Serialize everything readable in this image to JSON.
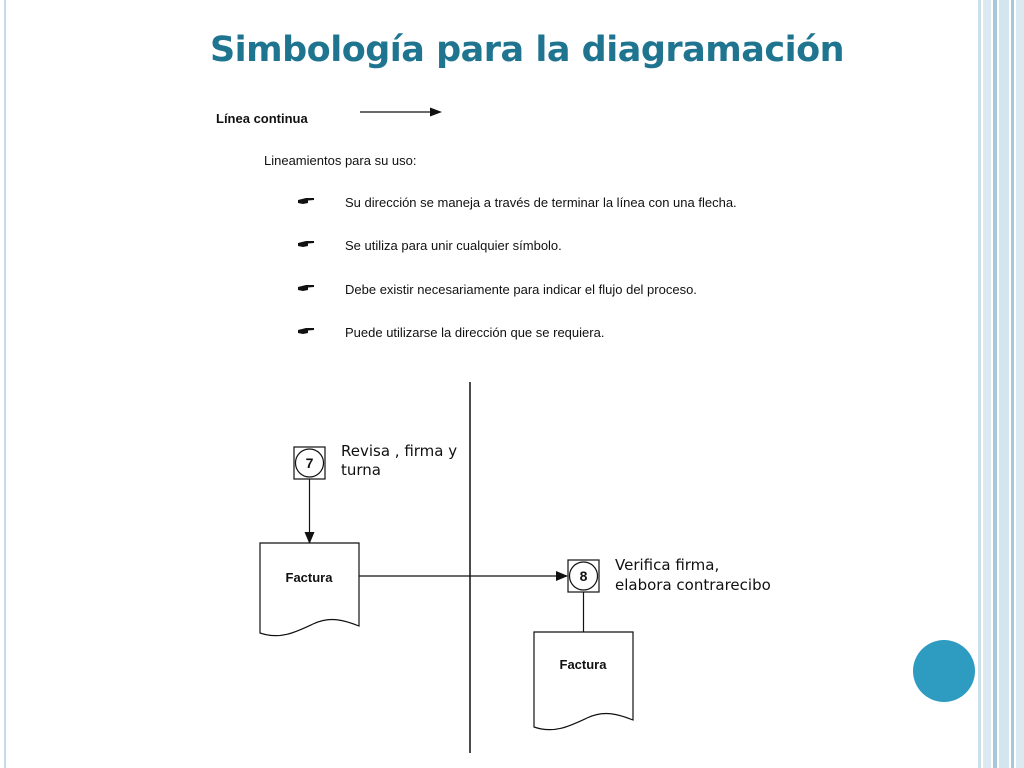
{
  "title": "Simbología para la diagramación",
  "linea": {
    "label": "Línea continua",
    "arrow_icon": "right-arrow-icon"
  },
  "lineamientos_title": "Lineamientos para su uso:",
  "bullets": [
    {
      "icon": "pointing-hand-icon",
      "text": "Su dirección se maneja a través de terminar la línea con una flecha."
    },
    {
      "icon": "pointing-hand-icon",
      "text": "Se utiliza para unir cualquier símbolo."
    },
    {
      "icon": "pointing-hand-icon",
      "text": "Debe existir necesariamente para indicar el flujo del proceso."
    },
    {
      "icon": "pointing-hand-icon",
      "text": "Puede utilizarse la dirección que se requiera."
    }
  ],
  "diagram": {
    "step1": {
      "number": "7",
      "text_line1": "Revisa , firma y",
      "text_line2": "turna"
    },
    "doc1": {
      "label": "Factura"
    },
    "step2": {
      "number": "8",
      "text_line1": "Verifica firma,",
      "text_line2": "elabora contrarecibo"
    },
    "doc2": {
      "label": "Factura"
    }
  },
  "colors": {
    "title": "#1f7590",
    "accent": "#2e9bc1",
    "stripe_light": "#c9dfea",
    "stripe_mid": "#a7c8d9"
  }
}
